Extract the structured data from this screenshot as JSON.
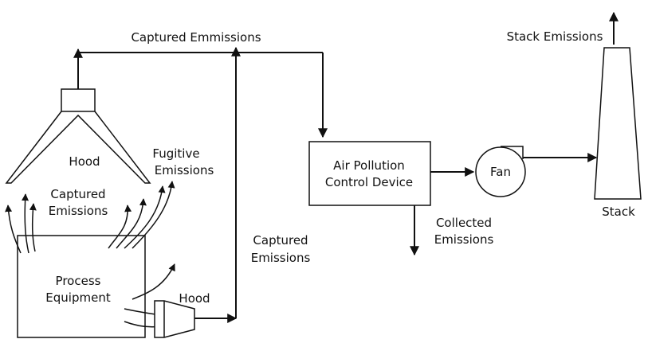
{
  "labels": {
    "captured_top": "Captured Emmissions",
    "stack_emissions": "Stack Emissions",
    "hood_upper": "Hood",
    "fugitive_line1": "Fugitive",
    "fugitive_line2": "Emissions",
    "captured_left_line1": "Captured",
    "captured_left_line2": "Emissions",
    "process_line1": "Process",
    "process_line2": "Equipment",
    "hood_lower": "Hood",
    "captured_mid_line1": "Captured",
    "captured_mid_line2": "Emissions",
    "apcd_line1": "Air Pollution",
    "apcd_line2": "Control Device",
    "fan": "Fan",
    "collected_line1": "Collected",
    "collected_line2": "Emissions",
    "stack": "Stack"
  }
}
